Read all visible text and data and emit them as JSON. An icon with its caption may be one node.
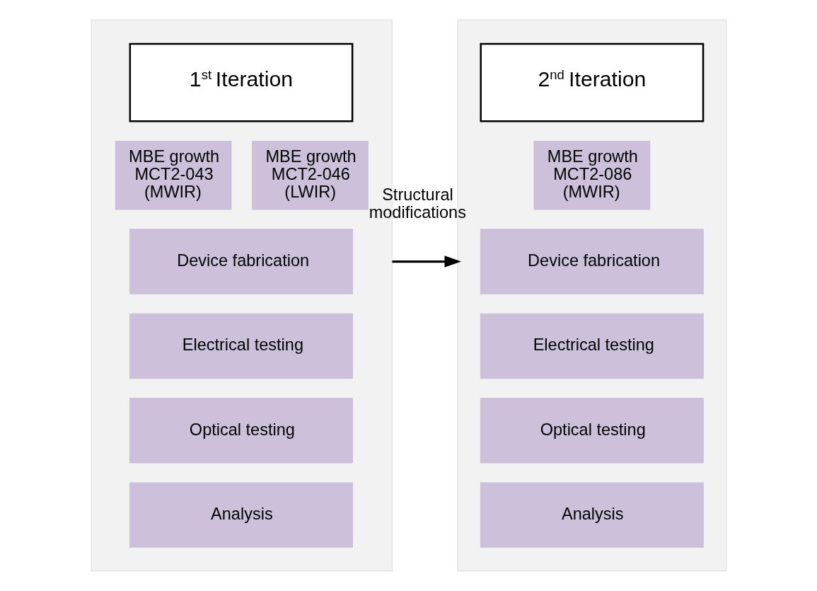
{
  "diagram": {
    "nodes": [
      {
        "text": [],
        "shape": "box"
      },
      {
        "text": [
          "1$^{st}$ Iteration"
        ],
        "in": 0
      },
      {
        "text": [
          "MBE growth MCT2-043 (MWIR)"
        ],
        "in": 0
      },
      {
        "text": [
          "MBE growth MCT2-046 (LWIR)"
        ],
        "in": 0
      },
      {
        "text": [
          "Device fabrication"
        ],
        "in": 0
      },
      {
        "text": [
          "Electrical testing"
        ],
        "in": 0
      },
      {
        "text": [
          "Optical testing"
        ],
        "in": 0
      },
      {
        "text": [
          "Analysis"
        ],
        "in": 0
      },
      {
        "text": [],
        "shape": "box"
      },
      {
        "text": [
          "2$^{nd}$ Iteration"
        ],
        "in": 8
      },
      {
        "text": [
          "MBE growth MCT2-086 (MWIR)"
        ],
        "in": 8
      },
      {
        "text": [
          "Device fabrication"
        ],
        "in": 8
      },
      {
        "text": [
          "Electrical testing"
        ],
        "in": 8
      },
      {
        "text": [
          "Optical testing"
        ],
        "in": 8
      },
      {
        "text": [
          "Analysis"
        ],
        "in": 8
      }
    ],
    "edges": [
      {
        "from": 0,
        "to": 8,
        "arrow": "to",
        "label": "Structural modifications"
      }
    ]
  }
}
